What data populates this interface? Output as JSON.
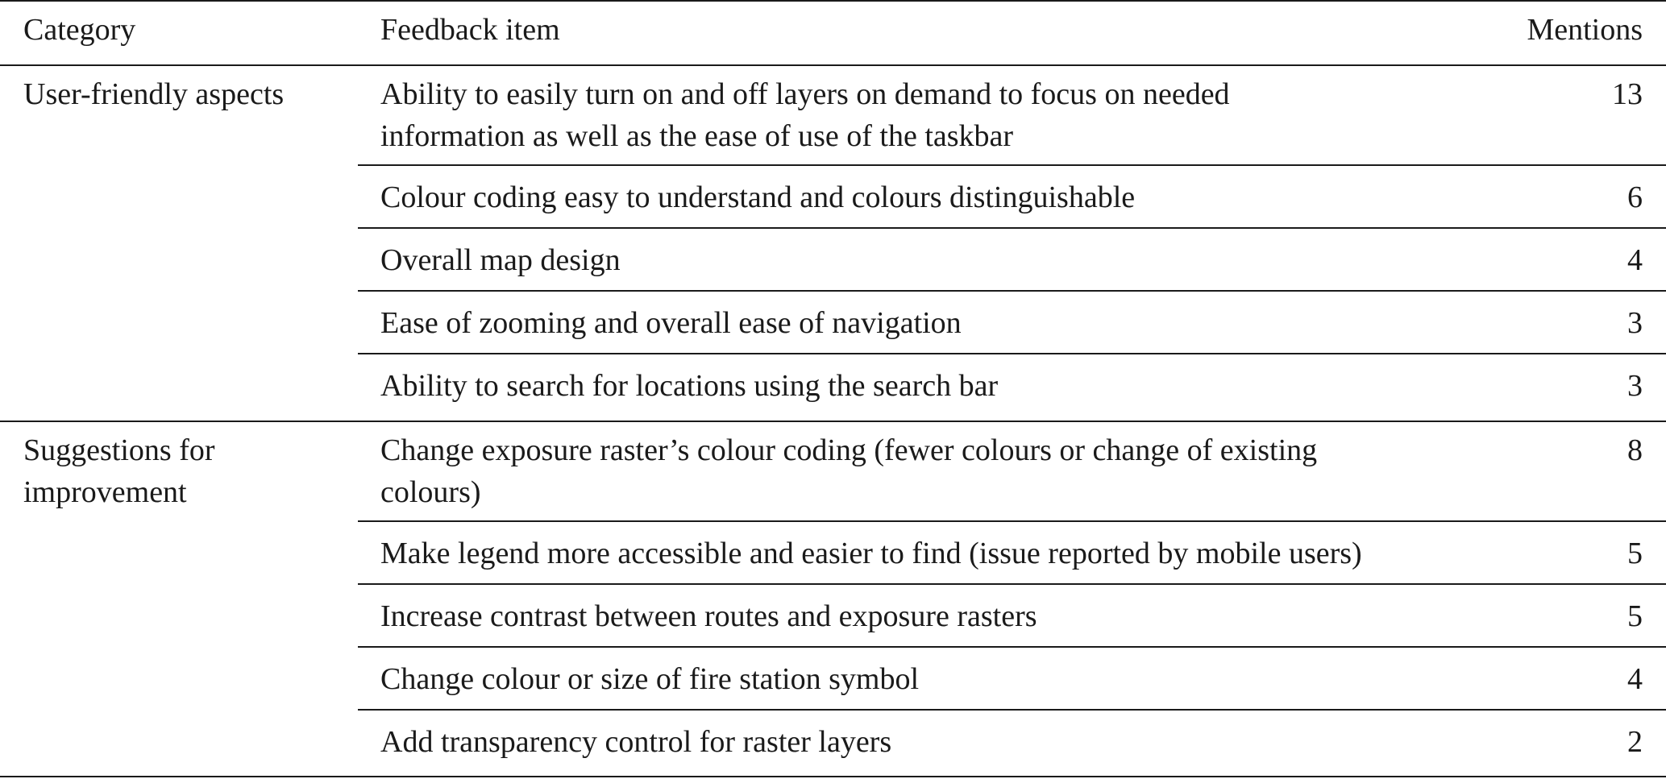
{
  "table": {
    "headers": {
      "category": "Category",
      "item": "Feedback item",
      "mentions": "Mentions"
    },
    "groups": [
      {
        "category_lines": [
          "User-friendly aspects"
        ],
        "rows": [
          {
            "item_lines": [
              "Ability to easily turn on and off layers on demand to focus on needed",
              "information as well as the ease of use of the taskbar"
            ],
            "mentions": "13"
          },
          {
            "item_lines": [
              "Colour coding easy to understand and colours distinguishable"
            ],
            "mentions": "6"
          },
          {
            "item_lines": [
              "Overall map design"
            ],
            "mentions": "4"
          },
          {
            "item_lines": [
              "Ease of zooming and overall ease of navigation"
            ],
            "mentions": "3"
          },
          {
            "item_lines": [
              "Ability to search for locations using the search bar"
            ],
            "mentions": "3"
          }
        ]
      },
      {
        "category_lines": [
          "Suggestions for",
          "improvement"
        ],
        "rows": [
          {
            "item_lines": [
              "Change exposure raster’s colour coding (fewer colours or change of existing",
              "colours)"
            ],
            "mentions": "8"
          },
          {
            "item_lines": [
              "Make legend more accessible and easier to find (issue reported by mobile users)"
            ],
            "mentions": "5"
          },
          {
            "item_lines": [
              "Increase contrast between routes and exposure rasters"
            ],
            "mentions": "5"
          },
          {
            "item_lines": [
              "Change colour or size of fire station symbol"
            ],
            "mentions": "4"
          },
          {
            "item_lines": [
              "Add transparency control for raster layers"
            ],
            "mentions": "2"
          }
        ]
      }
    ]
  }
}
